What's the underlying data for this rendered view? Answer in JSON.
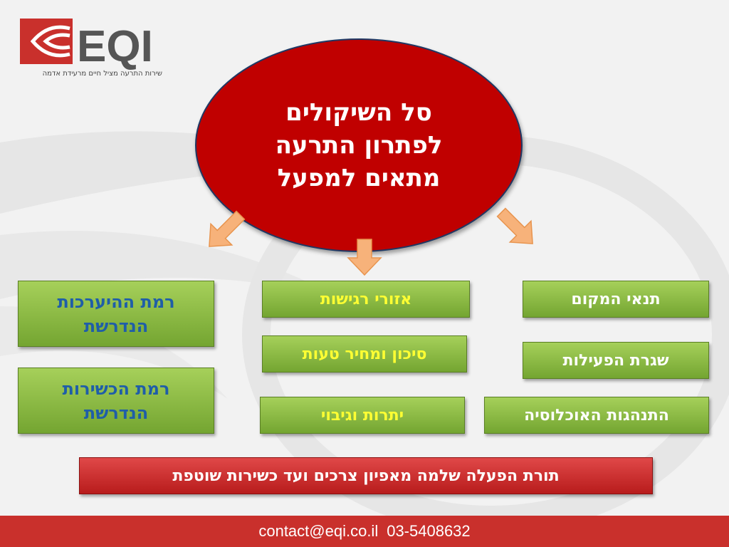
{
  "logo": {
    "letters": "EQI",
    "tagline": "שירות התרעה מציל חיים מרעידת אדמה"
  },
  "center": {
    "title_lines": [
      "סל השיקולים",
      "לפתרון התרעה",
      "מתאים למפעל"
    ]
  },
  "left_column": [
    {
      "lines": [
        "רמת ההיערכות",
        "הנדרשת"
      ]
    },
    {
      "lines": [
        "רמת הכשירות",
        "הנדרשת"
      ]
    }
  ],
  "middle_column": [
    {
      "label": "אזורי רגישות"
    },
    {
      "label": "סיכון ומחיר טעות"
    },
    {
      "label": "יתרות וגיבוי"
    }
  ],
  "right_column": [
    {
      "label": "תנאי המקום"
    },
    {
      "label": "שגרת הפעילות"
    },
    {
      "label": "התנהגות האוכלוסיה"
    }
  ],
  "bottom_bar": {
    "label": "תורת הפעלה שלמה מאפיון צרכים ועד כשירות שוטפת"
  },
  "footer": {
    "email": "contact@eqi.co.il",
    "phone": "03-5408632"
  },
  "colors": {
    "ellipse": "#c00000",
    "box_green": "#8cbc45",
    "bar_red": "#c9302c",
    "text_blue": "#1f5ea8",
    "text_yellow": "#ffff33",
    "arrow": "#f7b27a"
  }
}
